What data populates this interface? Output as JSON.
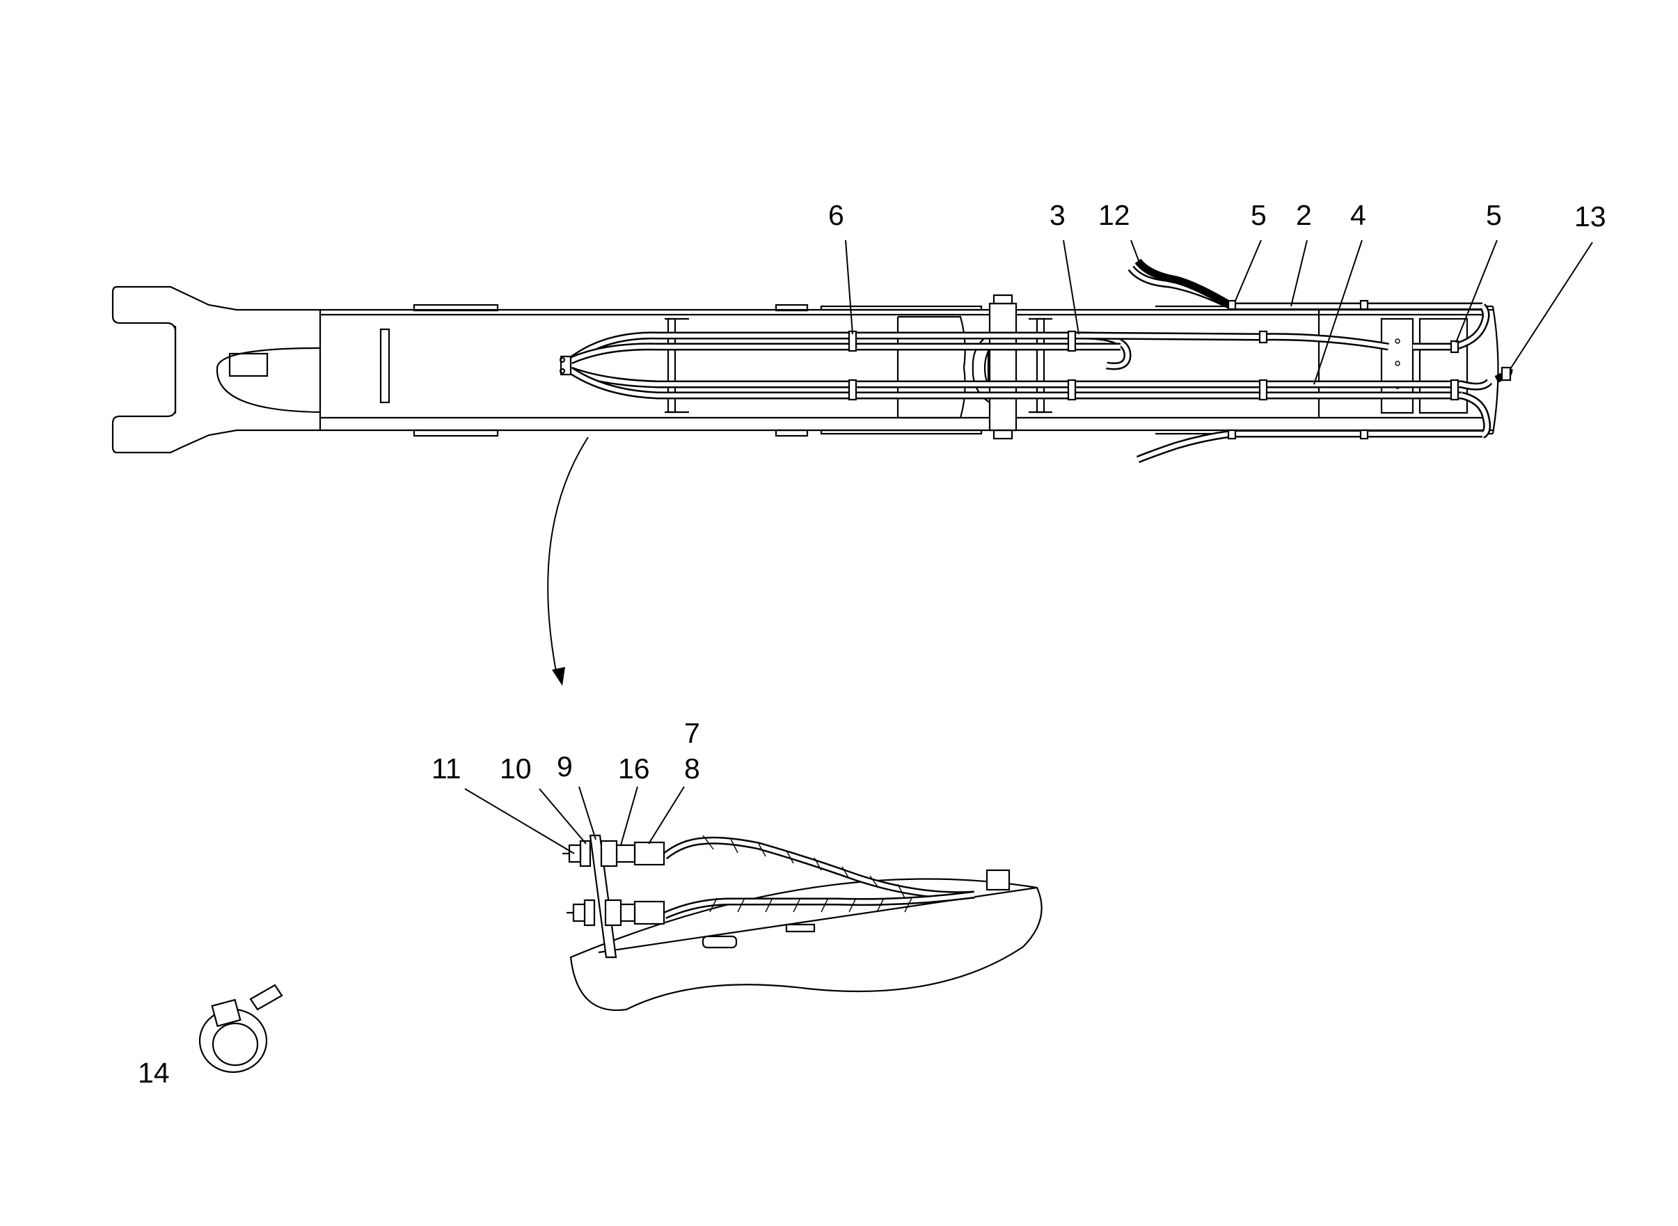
{
  "callouts": [
    {
      "id": "c6",
      "text": "6"
    },
    {
      "id": "c3",
      "text": "3"
    },
    {
      "id": "c12",
      "text": "12"
    },
    {
      "id": "c5a",
      "text": "5"
    },
    {
      "id": "c2",
      "text": "2"
    },
    {
      "id": "c4",
      "text": "4"
    },
    {
      "id": "c5b",
      "text": "5"
    },
    {
      "id": "c13",
      "text": "13"
    },
    {
      "id": "c7",
      "text": "7"
    },
    {
      "id": "c11",
      "text": "11"
    },
    {
      "id": "c10",
      "text": "10"
    },
    {
      "id": "c9",
      "text": "9"
    },
    {
      "id": "c16",
      "text": "16"
    },
    {
      "id": "c8",
      "text": "8"
    },
    {
      "id": "c14",
      "text": "14"
    }
  ]
}
